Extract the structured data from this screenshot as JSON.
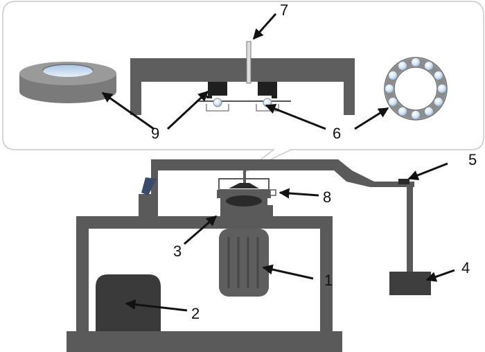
{
  "labels": {
    "l1": "1",
    "l2": "2",
    "l3": "3",
    "l4": "4",
    "l5": "5",
    "l6": "6",
    "l7": "7",
    "l8": "8",
    "l9": "9"
  },
  "colors": {
    "frame": "#5a5a5a",
    "dark": "#2a2a2a",
    "light_blue": "#cfe0f2",
    "ring": "#8a8a8a",
    "inset_border": "#c8c8c8"
  }
}
